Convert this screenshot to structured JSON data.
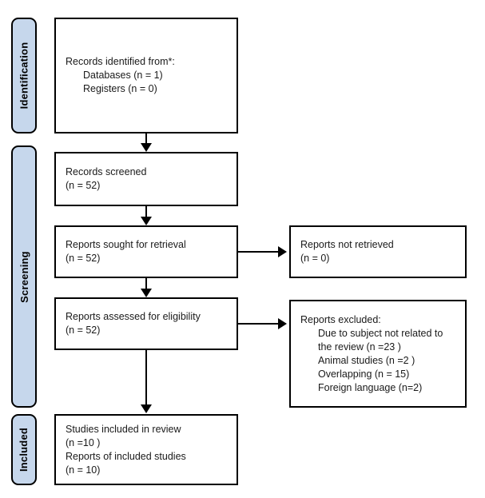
{
  "diagram": {
    "title": "PRISMA flow diagram",
    "accent_color": "#c6d7ec",
    "line_color": "#000000",
    "background": "#ffffff"
  },
  "stages": [
    {
      "id": "identification",
      "label": "Identification"
    },
    {
      "id": "screening",
      "label": "Screening"
    },
    {
      "id": "included",
      "label": "Included"
    }
  ],
  "nodes": {
    "identified": {
      "lines": [
        "Records identified from*:",
        "Databases (n = 1)",
        "Registers (n = 0)"
      ]
    },
    "screened": {
      "lines": [
        "Records screened",
        "(n = 52)"
      ]
    },
    "sought": {
      "lines": [
        "Reports sought for retrieval",
        "(n = 52)"
      ]
    },
    "assessed": {
      "lines": [
        "Reports assessed for eligibility",
        "(n = 52)"
      ]
    },
    "included": {
      "lines": [
        "Studies included in review",
        "(n =10 )",
        "Reports of included studies",
        "(n = 10)"
      ]
    },
    "not_retrieved": {
      "lines": [
        "Reports not retrieved",
        "(n = 0)"
      ]
    },
    "excluded": {
      "lines": [
        "Reports excluded:",
        "Due to subject not related to",
        "the review (n =23 )",
        "Animal studies (n =2 )",
        "Overlapping (n = 15)",
        "Foreign language (n=2)"
      ]
    }
  }
}
